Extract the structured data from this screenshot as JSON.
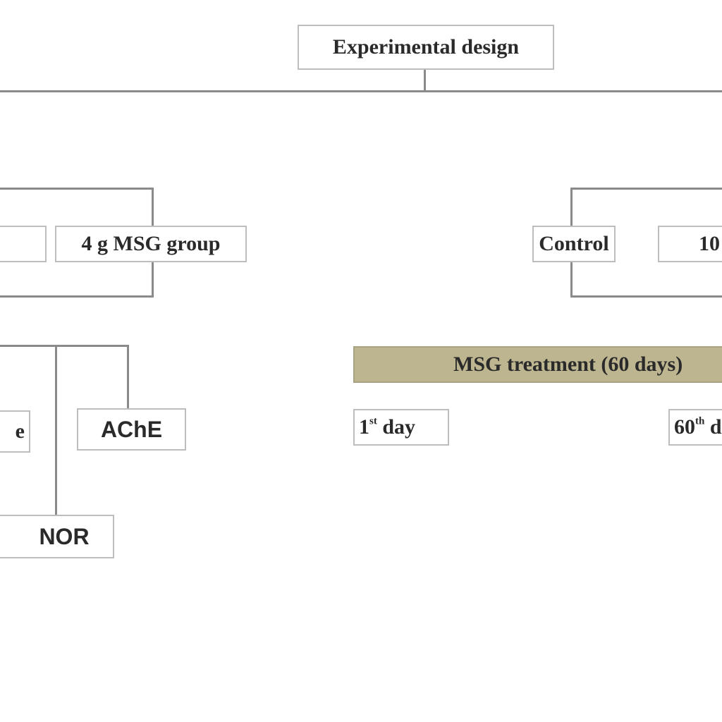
{
  "title": "Experimental design",
  "groups": {
    "msg_4g": "4 g MSG group",
    "control": "Control",
    "right_partial": "10"
  },
  "assays": {
    "left_partial": "e",
    "ache": "AChE",
    "nor": "NOR"
  },
  "timeline": {
    "banner": "MSG treatment (60 days)",
    "banner_color": "#bdb58f",
    "day1_num": "1",
    "day1_sup": "st",
    "day1_word": " day",
    "day60_num": "60",
    "day60_sup": "th",
    "day60_word": " d"
  }
}
